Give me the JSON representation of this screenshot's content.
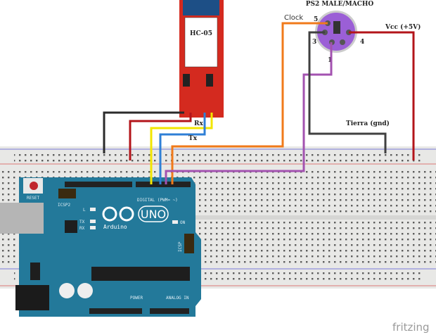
{
  "hc05": {
    "label": "HC-05",
    "rx": "Rx",
    "tx": "Tx"
  },
  "ps2": {
    "title": "PS2 MALE/MACHO",
    "pin5": "5",
    "pin3": "3",
    "pin4": "4",
    "pin1": "1",
    "clock": "Clock",
    "vcc": "Vcc (+5V)",
    "gnd": "Tierra (gnd)"
  },
  "arduino": {
    "reset": "RESET",
    "icsp2": "ICSP2",
    "led_l": "L",
    "led_tx": "TX",
    "led_rx": "RX",
    "brand": "Arduino",
    "model": "UNO",
    "on": "ON",
    "icsp": "ICSP",
    "digital": "DIGITAL (PWM= ~)",
    "power": "POWER",
    "analog": "ANALOG IN"
  },
  "watermark": "fritzing",
  "colors": {
    "board": "#23799a",
    "hc05": "#d42a1f",
    "ps2": "#9b5fd6",
    "wire_black": "#2b2b2b",
    "wire_red": "#b3141a",
    "wire_yellow": "#f2e600",
    "wire_blue": "#2f7fd6",
    "wire_orange": "#f07a1a",
    "wire_purple": "#a352b0",
    "wire_gray": "#404040"
  }
}
